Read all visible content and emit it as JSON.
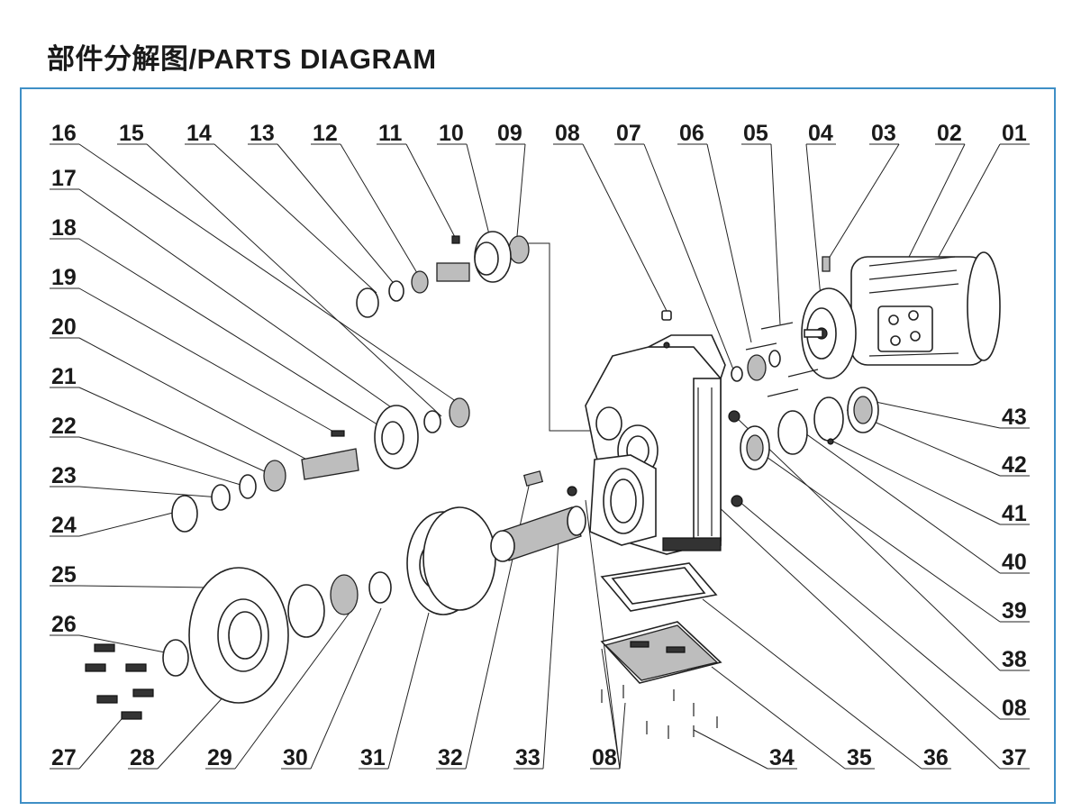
{
  "title": "部件分解图/PARTS DIAGRAM",
  "labels": {
    "p01": "01",
    "p02": "02",
    "p03": "03",
    "p04": "04",
    "p05": "05",
    "p06": "06",
    "p07": "07",
    "p08": "08",
    "p09": "09",
    "p10": "10",
    "p11": "11",
    "p12": "12",
    "p13": "13",
    "p14": "14",
    "p15": "15",
    "p16": "16",
    "p17": "17",
    "p18": "18",
    "p19": "19",
    "p20": "20",
    "p21": "21",
    "p22": "22",
    "p23": "23",
    "p24": "24",
    "p25": "25",
    "p26": "26",
    "p27": "27",
    "p28": "28",
    "p29": "29",
    "p30": "30",
    "p31": "31",
    "p32": "32",
    "p33": "33",
    "p34": "34",
    "p35": "35",
    "p36": "36",
    "p37": "37",
    "p38": "38",
    "p39": "39",
    "p40": "40",
    "p41": "41",
    "p42": "42",
    "p43": "43"
  },
  "colors": {
    "frame": "#3f8fc6",
    "ink": "#1a1a1a"
  }
}
